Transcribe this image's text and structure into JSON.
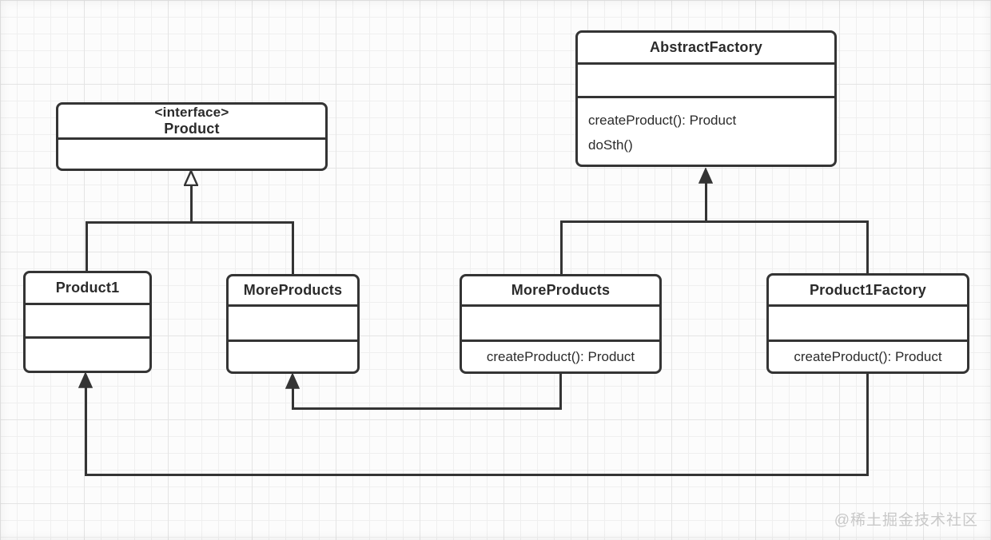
{
  "watermark": "@稀土掘金技术社区",
  "colors": {
    "line": "#343434",
    "box_fill": "#ffffff",
    "text": "#2b2b2b",
    "grid_line": "#efefef",
    "background": "#fcfcfc",
    "watermark": "#c8c8c8"
  },
  "classes": {
    "abstract_factory": {
      "name": "AbstractFactory",
      "attributes": "",
      "method1": "createProduct(): Product",
      "method2": "doSth()"
    },
    "product_interface": {
      "stereotype": "<interface>",
      "name": "Product"
    },
    "product1": {
      "name": "Product1"
    },
    "more_products_left": {
      "name": "MoreProducts"
    },
    "more_products_mid": {
      "name": "MoreProducts",
      "method1": "createProduct(): Product"
    },
    "product1_factory": {
      "name": "Product1Factory",
      "method1": "createProduct(): Product"
    }
  },
  "relationships": [
    {
      "type": "realization",
      "from": "Product1",
      "to": "Product",
      "arrowhead": "hollow-triangle"
    },
    {
      "type": "realization",
      "from": "MoreProducts",
      "to": "Product",
      "arrowhead": "hollow-triangle"
    },
    {
      "type": "generalization",
      "from": "MoreProducts",
      "to": "AbstractFactory",
      "arrowhead": "filled-triangle"
    },
    {
      "type": "generalization",
      "from": "Product1Factory",
      "to": "AbstractFactory",
      "arrowhead": "filled-triangle"
    },
    {
      "type": "creates",
      "from": "MoreProducts (factory)",
      "to": "MoreProducts",
      "arrowhead": "filled-arrow"
    },
    {
      "type": "creates",
      "from": "Product1Factory",
      "to": "Product1",
      "arrowhead": "filled-arrow"
    }
  ]
}
